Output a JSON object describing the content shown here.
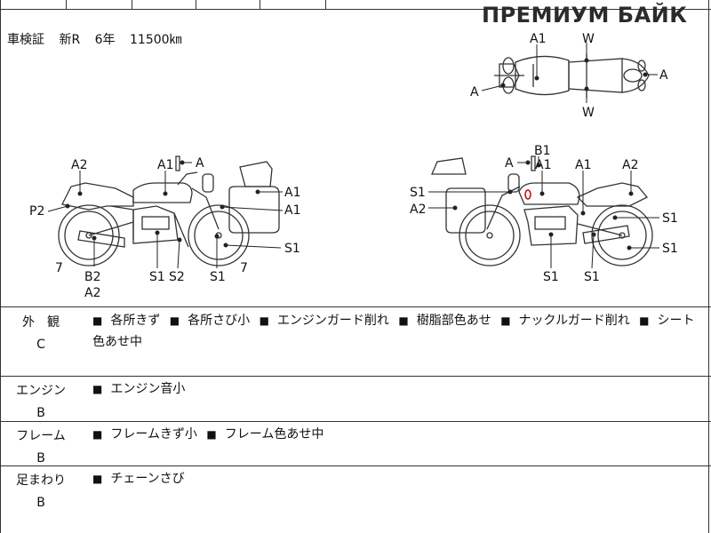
{
  "brand": {
    "watermark": "ПРЕМИУМ БАЙК"
  },
  "certificate": {
    "label": "車検証",
    "model": "新R",
    "years": "6年",
    "mileage": "11500㎞"
  },
  "diagram_labels": {
    "top_a1": "A1",
    "top_w_upper": "W",
    "top_w_lower": "W",
    "top_a_right": "A",
    "top_a_left": "A",
    "l_a2": "A2",
    "l_a1_tank": "A1",
    "l_a_mirror": "A",
    "l_p2": "P2",
    "l_a1_case_top": "A1",
    "l_a1_case": "A1",
    "l_s1_right": "S1",
    "l_7_front": "7",
    "l_7_rear": "7",
    "l_b2": "B2",
    "l_a2_bottom": "A2",
    "l_s1_a": "S1",
    "l_s2": "S2",
    "l_s1_b": "S1",
    "r_b1": "B1",
    "r_a": "A",
    "r_a1_tank": "A1",
    "r_a1_seat": "A1",
    "r_a2": "A2",
    "r_s1_case": "S1",
    "r_a2_case": "A2",
    "r_s1_wheel_top": "S1",
    "r_s1_wheel_bottom": "S1",
    "r_s1_engine": "S1",
    "r_s1_frame": "S1"
  },
  "sections": [
    {
      "title": "外　観",
      "grade": "C",
      "items": [
        "各所きず",
        "各所さび小",
        "エンジンガード削れ",
        "樹脂部色あせ",
        "ナックルガード削れ",
        "シート色あせ中"
      ]
    },
    {
      "title": "エンジン",
      "grade": "B",
      "items": [
        "エンジン音小"
      ]
    },
    {
      "title": "フレーム",
      "grade": "B",
      "items": [
        "フレームきず小",
        "フレーム色あせ中"
      ]
    },
    {
      "title": "足まわり",
      "grade": "B",
      "items": [
        "チェーンさび"
      ]
    }
  ]
}
